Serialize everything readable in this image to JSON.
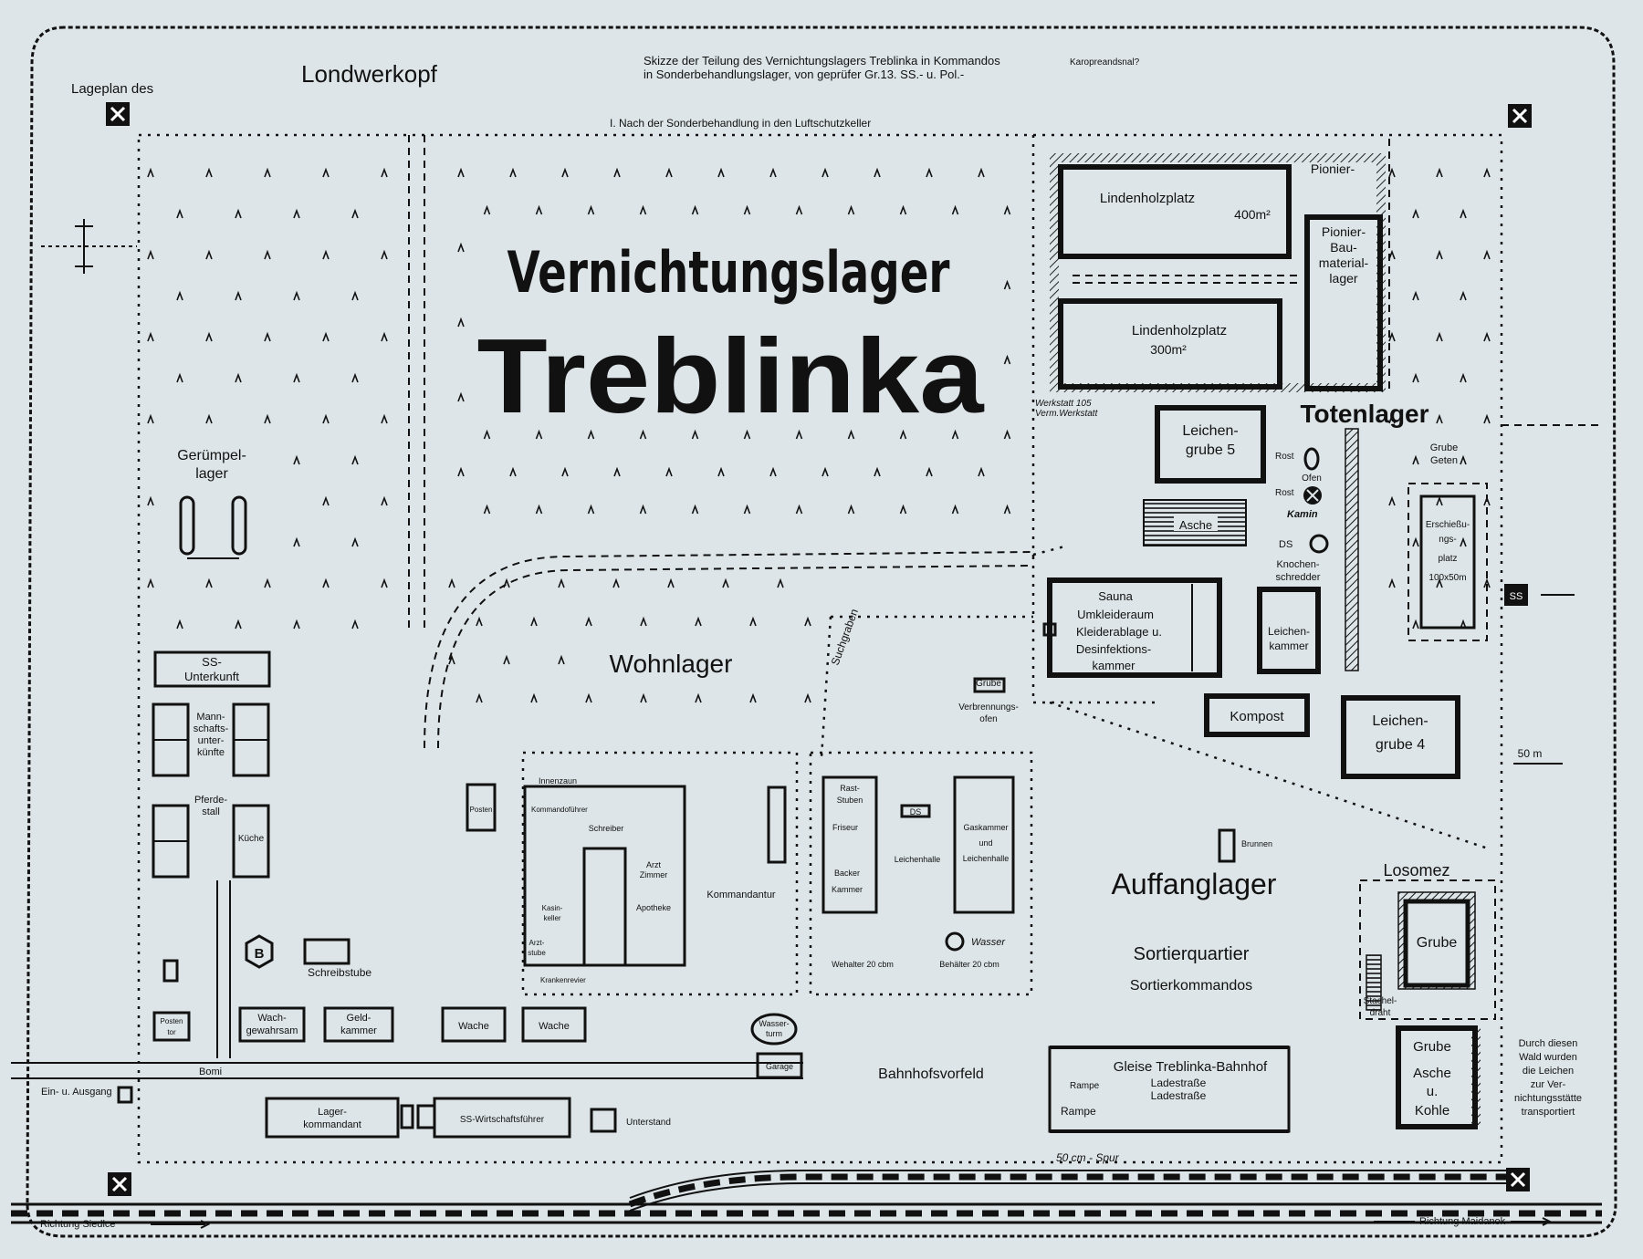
{
  "title": {
    "line1": "Vernichtungslager",
    "line2": "Treblinka"
  },
  "header": {
    "corner_label": "Londwerkopf",
    "lageplan": "Lageplan des",
    "skizze_line1": "Skizze der Teilung des Vernichtungslagers Treblinka in Kommandos",
    "skizze_note": "Karopreandsnal?",
    "skizze_line2": "in Sonderbehandlungslager, von geprüfer Gr.13. SS.- u. Pol.-",
    "route_note": "I. Nach der Sonderbehandlung in den Luftschutzkeller"
  },
  "sections": {
    "wohnlager": "Wohnlager",
    "totenlager": "Totenlager",
    "auffanglager": "Auffanglager",
    "sortierquartier": "Sortierquartier",
    "sortierkommandos": "Sortierkommandos",
    "bahnhofsvorfeld": "Bahnhofsvorfeld",
    "losomez": "Losomez"
  },
  "labels": {
    "geruempellager": [
      "Gerümpel-",
      "lager"
    ],
    "ss_unterkunft": [
      "SS-",
      "Unterkunft"
    ],
    "mannschaft": [
      "Mann-",
      "schafts-",
      "unter-",
      "künfte"
    ],
    "pferdestall": [
      "Pferde-",
      "stall"
    ],
    "kueche": "Küche",
    "schreibstube": "Schreibstube",
    "posten_tor": [
      "Posten",
      "tor"
    ],
    "wachgewahrsam": [
      "Wach-",
      "gewahrsam"
    ],
    "geldkammer": [
      "Geld-",
      "kammer"
    ],
    "wache1": "Wache",
    "wache2": "Wache",
    "wasserturm": [
      "Wasser-",
      "turm"
    ],
    "garage": "Garage",
    "lagerkommandant": [
      "Lager-",
      "kommandant"
    ],
    "ss_wirtschaft": "SS-Wirtschaftsführer",
    "unterstand": "Unterstand",
    "ein_ausgang": "Ein- u. Ausgang",
    "bomi": "Bomi",
    "posten": "Posten",
    "innenzaun": "Innenzaun",
    "kommandofuehrer": "Kommandoführer",
    "schreiber": "Schreiber",
    "arzt_zimmer": [
      "Arzt",
      "Zimmer"
    ],
    "apotheke": "Apotheke",
    "kasinokeller": [
      "Kasin-",
      "keller"
    ],
    "arztstube": [
      "Arzt-",
      "stube"
    ],
    "krankenrevier": "Krankenrevier",
    "kommandantur": "Kommandantur",
    "raststube": [
      "Rast-",
      "Stuben"
    ],
    "friseur": "Friseur",
    "backer_kammer": [
      "Backer",
      "Kammer"
    ],
    "leichenhalle": "Leichenhalle",
    "gaskammer": [
      "Gaskammer",
      "und",
      "Leichenhalle"
    ],
    "wasser": "Wasser",
    "behaelter1": "Wehalter 20 cbm",
    "behaelter2": "Behälter 20 cbm",
    "ds": "DS",
    "grube_verbrennung": [
      "Grube",
      "Verbrennungs-",
      "ofen"
    ],
    "brunnen": "Brunnen",
    "suchgraben": "Suchgraben",
    "lindenholz1": "Lindenholzplatz",
    "lindenholz1_size": "400m²",
    "lindenholz2": "Lindenholzplatz",
    "lindenholz2_size": "300m²",
    "pionier": "Pionier-",
    "pionier_lager": [
      "Pionier-",
      "Bau-",
      "material-",
      "lager"
    ],
    "werkstatt": [
      "Werkstatt 105",
      "Verm.Werkstatt"
    ],
    "leichengrube5": [
      "Leichen-",
      "grube 5"
    ],
    "rost": "Rost",
    "ofen": "Ofen",
    "kamin": "Kamin",
    "asche": "Asche",
    "ds2": "DS",
    "knochenschredder": [
      "Knochen-",
      "schredder"
    ],
    "sauna": [
      "Sauna",
      "Umkleideraum",
      "Kleiderablage u.",
      "Desinfektions-",
      "kammer"
    ],
    "leichenkammer": [
      "Leichen-",
      "kammer"
    ],
    "kompost": "Kompost",
    "leichengrube4": [
      "Leichen-",
      "grube 4"
    ],
    "grube_geten": [
      "Grube",
      "Geten"
    ],
    "erschiessungsplatz": [
      "Erschießu-",
      "ngs-",
      "platz",
      "100x50m"
    ],
    "ss_badge": "SS",
    "scale": "50 m",
    "grube": "Grube",
    "stacheldraht": [
      "Stachel-",
      "draht"
    ],
    "grube_asche_kohle": [
      "Grube",
      "Asche",
      "u.",
      "Kohle"
    ],
    "wald_note": [
      "Durch diesen",
      "Wald wurden",
      "die Leichen",
      "zur Ver-",
      "nichtungsstätte",
      "transportiert"
    ],
    "gleise": "Gleise Treblinka-Bahnhof",
    "ladestrasse1": "Ladestraße",
    "ladestrasse2": "Ladestraße",
    "rampe1": "Rampe",
    "rampe2": "Rampe",
    "spur": "50 cm - Spur",
    "richtung_siedlce": "Richtung  Siedlce",
    "richtung_maidanek": "Richtung  Maidanek",
    "b_marker": "B"
  },
  "colors": {
    "background": "#dde5e8",
    "ink": "#111111"
  }
}
